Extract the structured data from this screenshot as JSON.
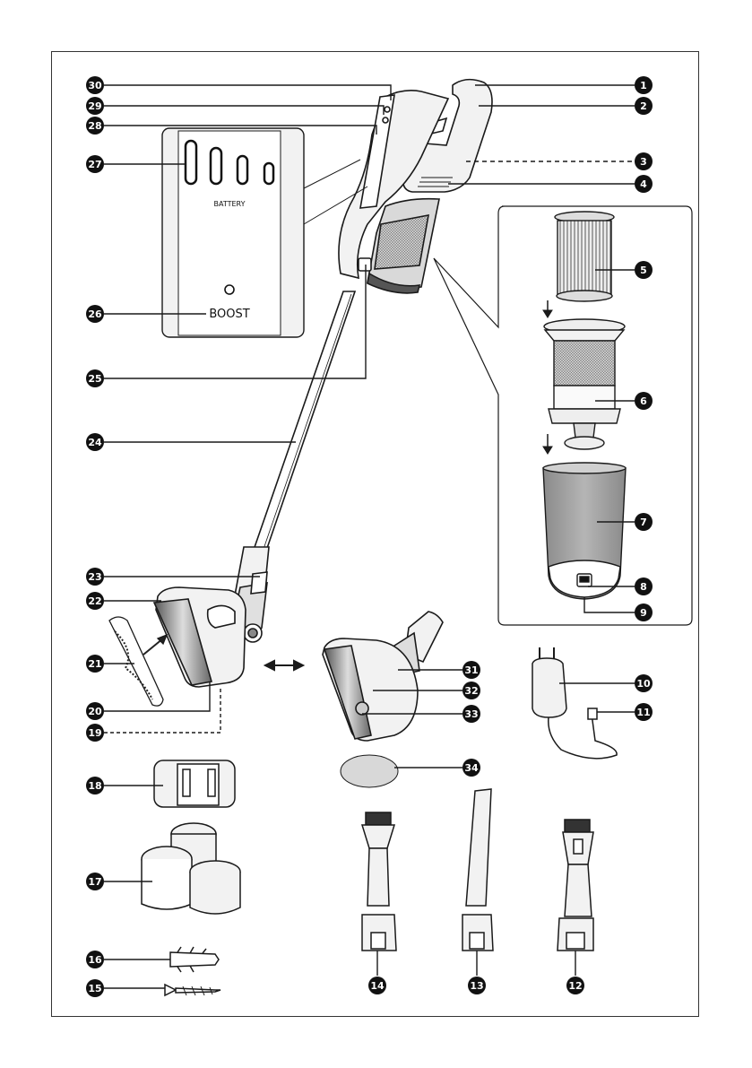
{
  "battery_panel": {
    "battery_label": "BATTERY",
    "boost_label": "BOOST"
  },
  "callouts": [
    "1",
    "2",
    "3",
    "4",
    "5",
    "6",
    "7",
    "8",
    "9",
    "10",
    "11",
    "12",
    "13",
    "14",
    "15",
    "16",
    "17",
    "18",
    "19",
    "20",
    "21",
    "22",
    "23",
    "24",
    "25",
    "26",
    "27",
    "28",
    "29",
    "30",
    "31",
    "32",
    "33",
    "34"
  ],
  "colors": {
    "outline": "#1a1a1a",
    "badge": "#111111",
    "fill_light": "#f2f2f2",
    "fill_mid": "#bfbfbf",
    "fill_dark": "#6e6e6e"
  }
}
